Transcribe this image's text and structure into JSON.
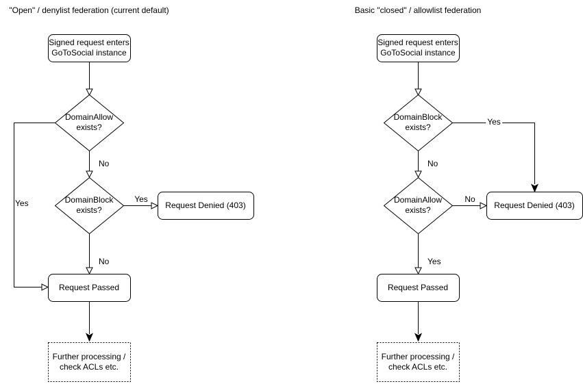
{
  "colors": {
    "stroke": "#000000",
    "node_fill": "#ffffff",
    "text": "#000000",
    "background": "#ffffff"
  },
  "left": {
    "title": "\"Open\" / denylist federation (current default)",
    "start": "Signed request enters\nGoToSocial instance",
    "decision1": "DomainAllow\nexists?",
    "decision1_yes": "Yes",
    "decision1_no": "No",
    "decision2": "DomainBlock\nexists?",
    "decision2_yes": "Yes",
    "decision2_no": "No",
    "denied": "Request Denied (403)",
    "passed": "Request Passed",
    "further": "Further processing /\ncheck ACLs etc."
  },
  "right": {
    "title": "Basic \"closed\" / allowlist federation",
    "start": "Signed request enters\nGoToSocial instance",
    "decision1": "DomainBlock\nexists?",
    "decision1_yes": "Yes",
    "decision1_no": "No",
    "decision2": "DomainAllow\nexists?",
    "decision2_yes": "Yes",
    "decision2_no": "No",
    "denied": "Request Denied (403)",
    "passed": "Request Passed",
    "further": "Further processing /\ncheck ACLs etc."
  }
}
